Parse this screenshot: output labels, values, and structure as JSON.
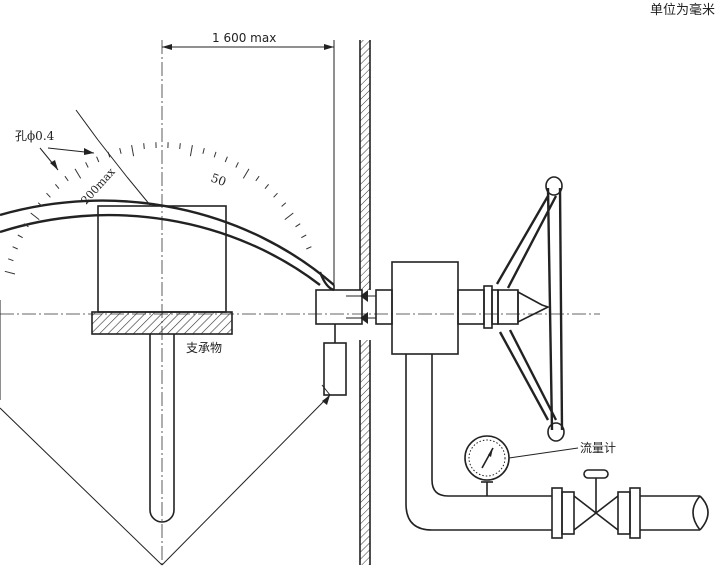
{
  "units_note": "单位为毫米",
  "dimension_width": "1 600 max",
  "dimension_height": "200max",
  "hole_label": "孔ϕ0.4",
  "scale_tick_label": "50",
  "support_label": "支承物",
  "flowmeter_label": "流量计"
}
